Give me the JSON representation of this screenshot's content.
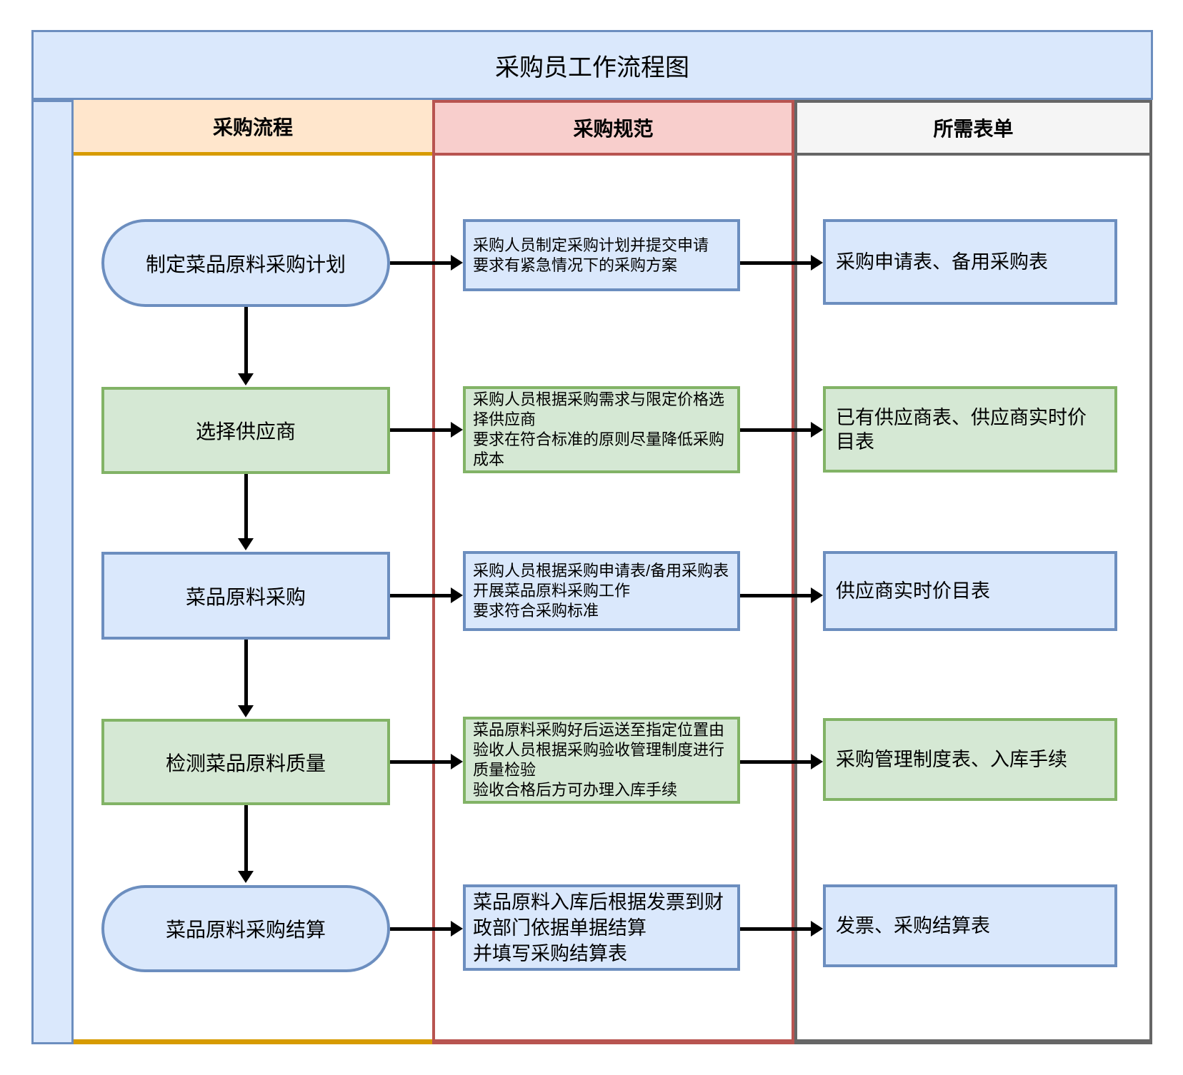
{
  "title": "采购员工作流程图",
  "columns": {
    "process": "采购流程",
    "spec": "采购规范",
    "form": "所需表单"
  },
  "rows": [
    {
      "process": "制定菜品原料采购计划",
      "spec": "采购人员制定采购计划并提交申请\n要求有紧急情况下的采购方案",
      "form": "采购申请表、备用采购表",
      "color": "blue",
      "process_shape": "stadium"
    },
    {
      "process": "选择供应商",
      "spec": "采购人员根据采购需求与限定价格选择供应商\n要求在符合标准的原则尽量降低采购成本",
      "form": "已有供应商表、供应商实时价目表",
      "color": "green",
      "process_shape": "rectangle"
    },
    {
      "process": "菜品原料采购",
      "spec": "采购人员根据采购申请表/备用采购表开展菜品原料采购工作\n要求符合采购标准",
      "form": "供应商实时价目表",
      "color": "blue",
      "process_shape": "rectangle"
    },
    {
      "process": "检测菜品原料质量",
      "spec": "菜品原料采购好后运送至指定位置由验收人员根据采购验收管理制度进行质量检验\n验收合格后方可办理入库手续",
      "form": "采购管理制度表、入库手续",
      "color": "green",
      "process_shape": "rectangle"
    },
    {
      "process": "菜品原料采购结算",
      "spec": "菜品原料入库后根据发票到财政部门依据单据结算\n并填写采购结算表",
      "form": "发票、采购结算表",
      "color": "blue",
      "process_shape": "stadium"
    }
  ],
  "colors": {
    "blue_fill": "#dae8fc",
    "blue_border": "#6c8ebf",
    "green_fill": "#d5e8d4",
    "green_border": "#82b366",
    "process_header_fill": "#ffe6cc",
    "process_accent": "#d79b00",
    "spec_header_fill": "#f8cecc",
    "spec_accent": "#b85450",
    "form_header_fill": "#f5f5f5",
    "form_accent": "#666666",
    "title_fill": "#dae8fc",
    "title_border": "#6c8ebf",
    "arrow": "#000000"
  }
}
